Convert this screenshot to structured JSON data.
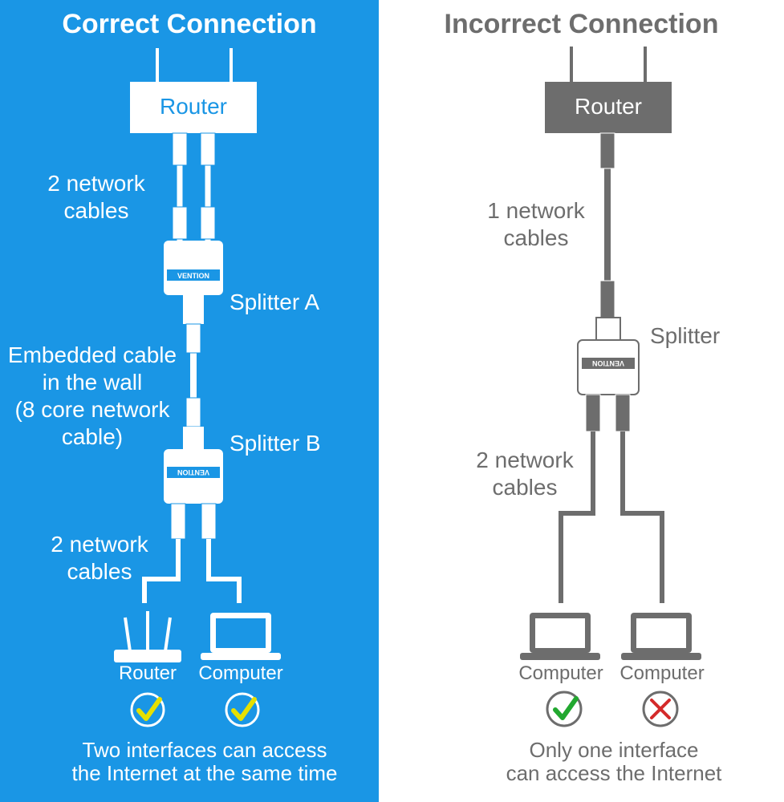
{
  "left": {
    "title": "Correct Connection",
    "router_label": "Router",
    "cables_top": [
      "2 network",
      "cables"
    ],
    "splitter_a": "Splitter A",
    "embedded": [
      "Embedded cable",
      "in the wall",
      "(8 core network",
      "cable)"
    ],
    "splitter_b": "Splitter B",
    "cables_bottom": [
      "2 network",
      "cables"
    ],
    "device_router": "Router",
    "device_computer": "Computer",
    "caption": [
      "Two interfaces can access",
      "the Internet at the same time"
    ],
    "brand": "VENTION"
  },
  "right": {
    "title": "Incorrect Connection",
    "router_label": "Router",
    "cables_top": [
      "1 network",
      "cables"
    ],
    "splitter": "Splitter",
    "cables_bottom": [
      "2 network",
      "cables"
    ],
    "device_1": "Computer",
    "device_2": "Computer",
    "caption": [
      "Only one interface",
      "can access the Internet"
    ],
    "brand": "VENTION"
  },
  "colors": {
    "blue_bg": "#1a96e5",
    "gray": "#6d6d6d",
    "check_yellow": "#e6e000",
    "check_green": "#22a830",
    "cross_red": "#d42a2a"
  }
}
